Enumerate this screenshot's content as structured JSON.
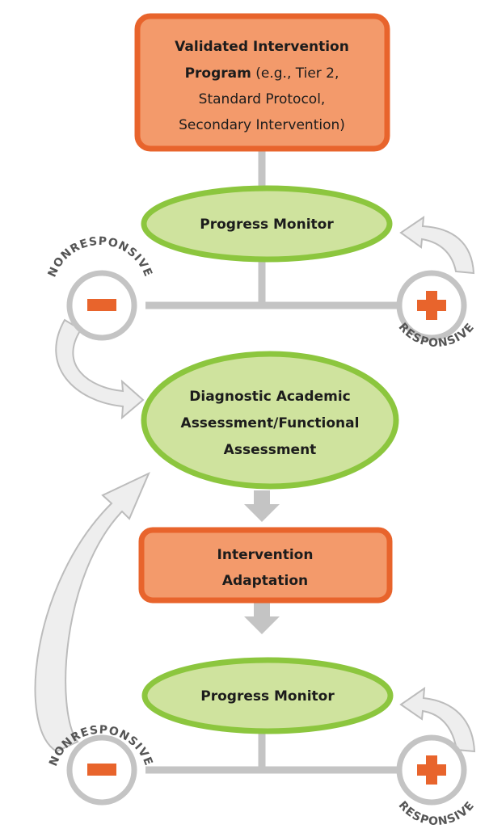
{
  "colors": {
    "orange_fill": "#f39a6b",
    "orange_border": "#e8642c",
    "green_fill": "#cfe39e",
    "green_border": "#8cc63e",
    "connector": "#c4c4c4",
    "arrow_fill": "#eeeeee",
    "arrow_stroke": "#bcbcbc",
    "minus_color": "#e8642c",
    "plus_color": "#e8642c"
  },
  "diagram": {
    "validated_program": {
      "title_line1": "Validated Intervention",
      "title_line2_bold": "Program",
      "title_line2_rest": " (e.g., Tier 2,",
      "line3": "Standard Protocol,",
      "line4": "Secondary Intervention)"
    },
    "progress_monitor_1": {
      "label": "Progress Monitor"
    },
    "diagnostic_assessment": {
      "line1": "Diagnostic Academic",
      "line2": "Assessment/Functional",
      "line3": "Assessment"
    },
    "intervention_adaptation": {
      "line1": "Intervention",
      "line2": "Adaptation"
    },
    "progress_monitor_2": {
      "label": "Progress Monitor"
    },
    "nonresponsive_label": "NONRESPONSIVE",
    "responsive_label": "RESPONSIVE",
    "minus_symbol": "minus-icon",
    "plus_symbol": "plus-icon"
  }
}
